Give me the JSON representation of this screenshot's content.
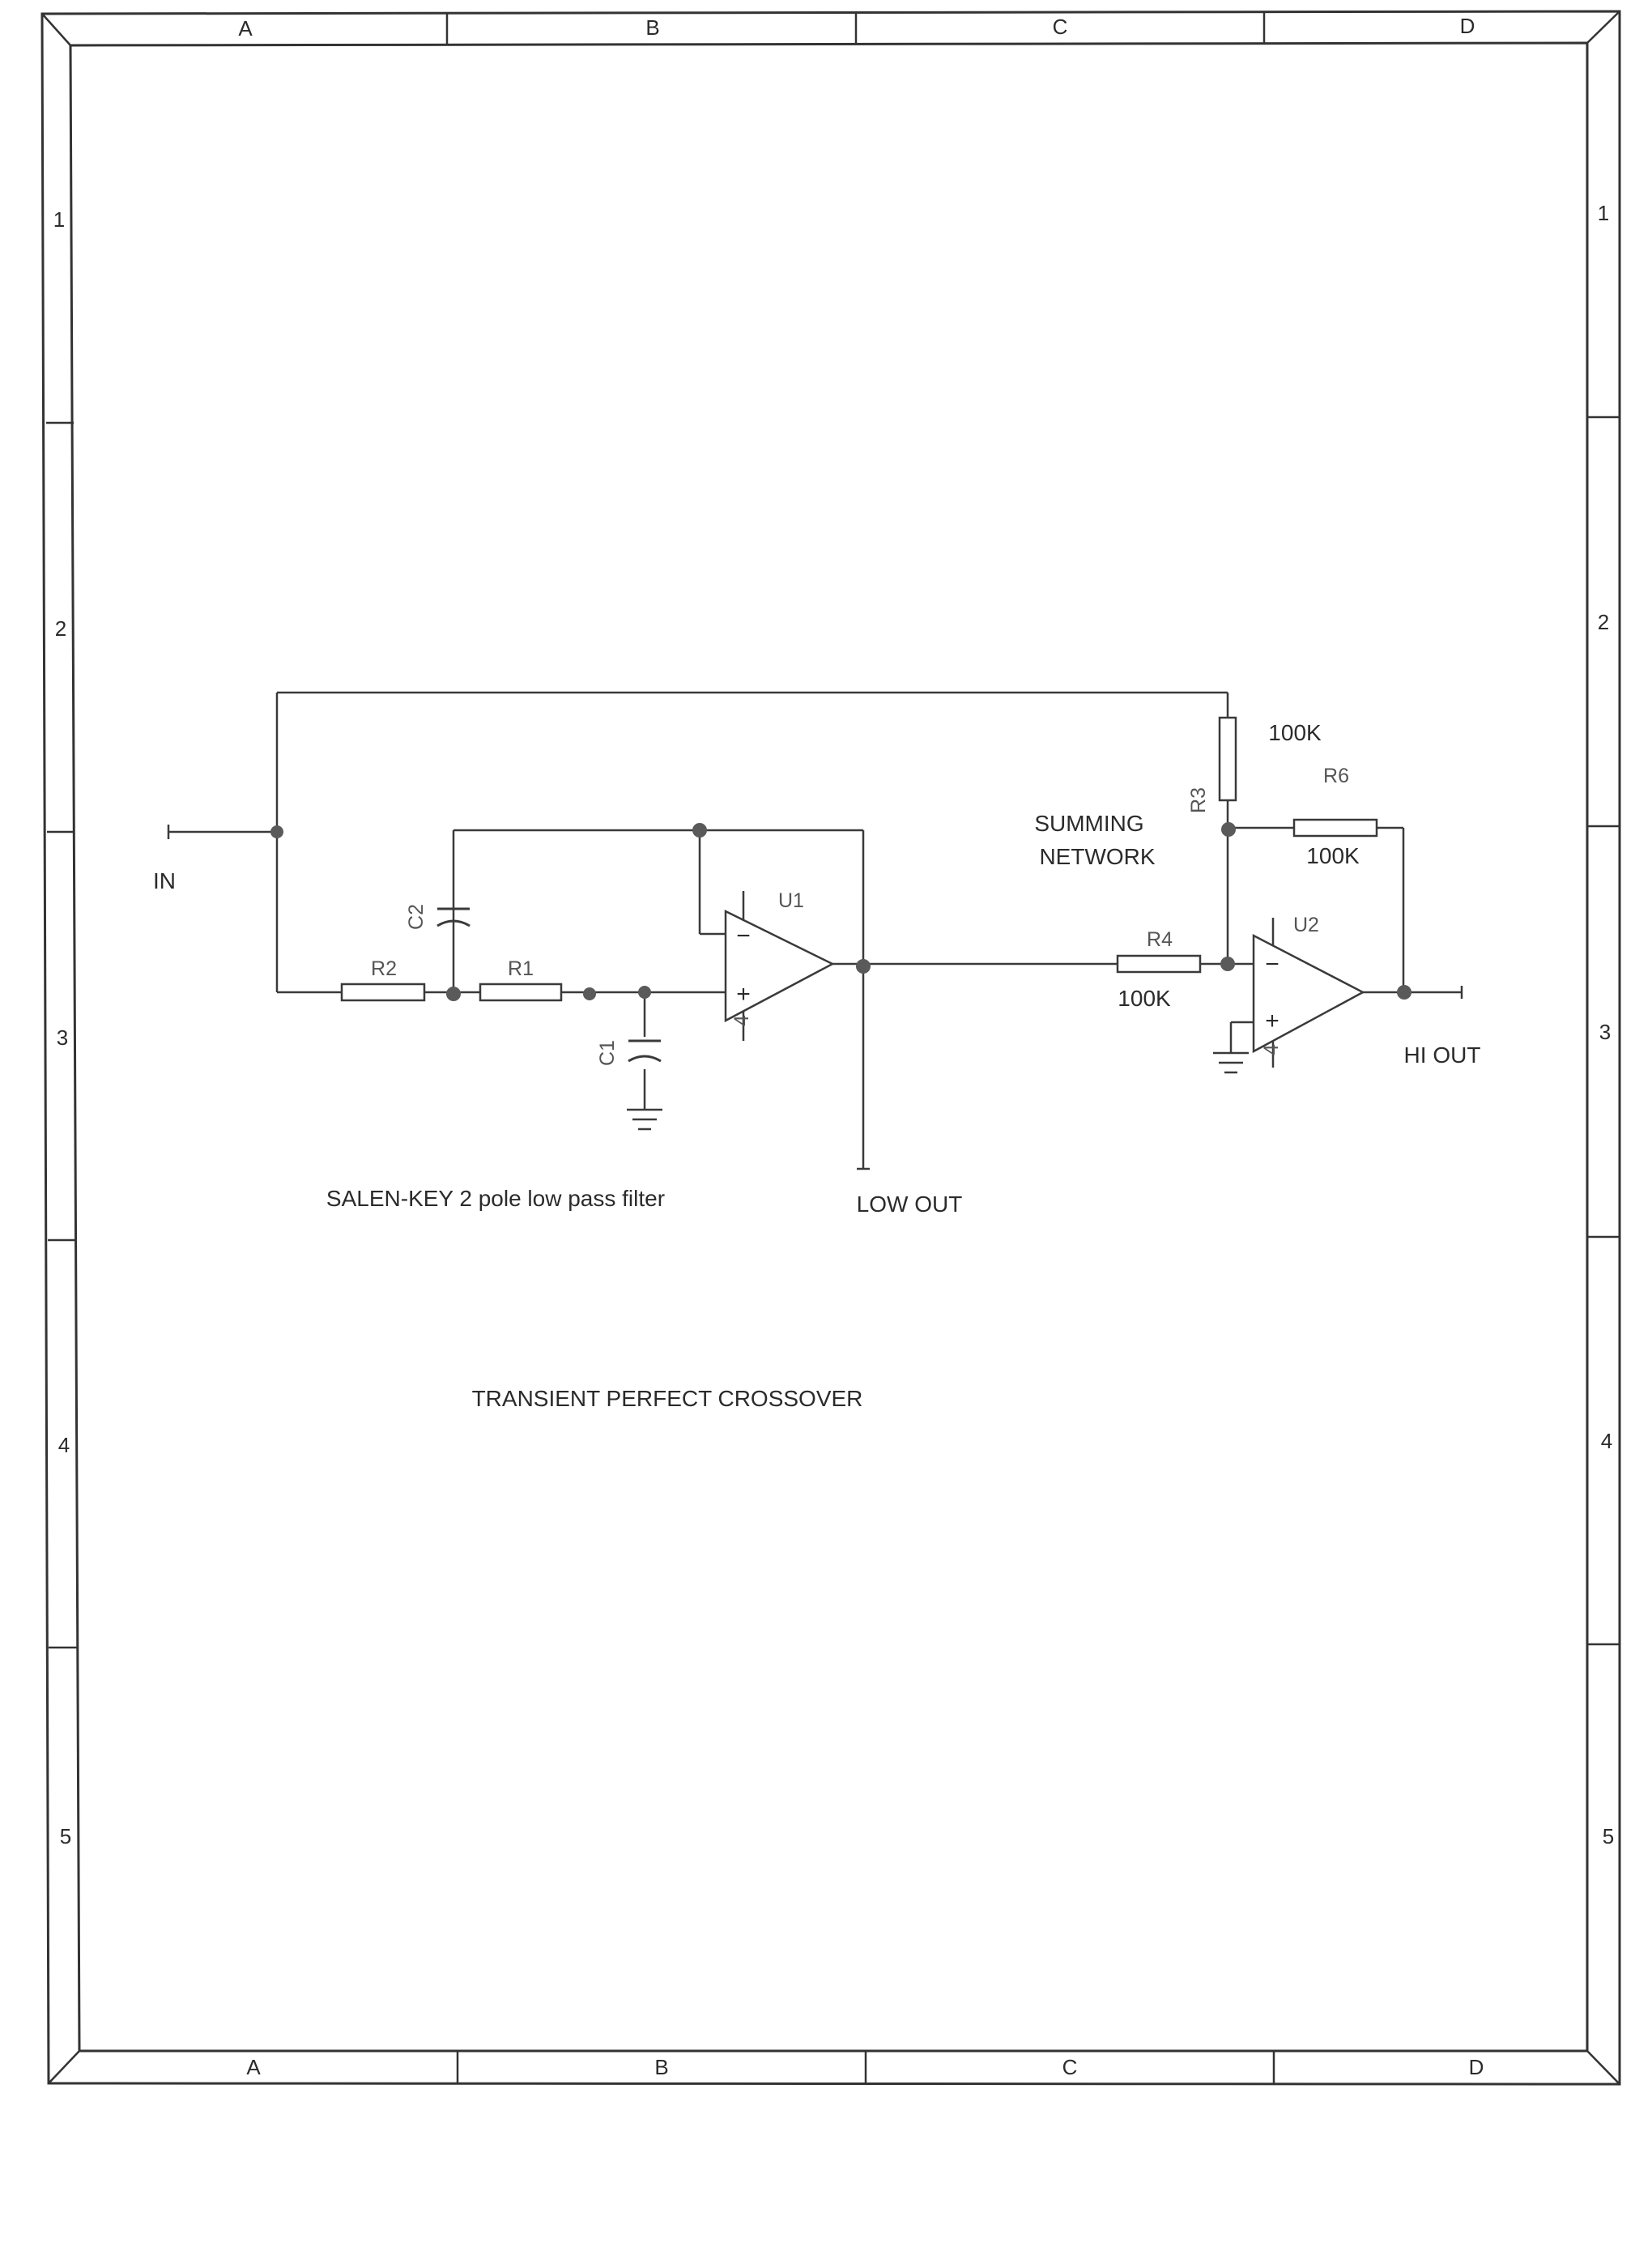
{
  "frame": {
    "columns": [
      "A",
      "B",
      "C",
      "D"
    ],
    "rows": [
      "1",
      "2",
      "3",
      "4",
      "5"
    ]
  },
  "components": {
    "u1": "U1",
    "u2": "U2",
    "r1": "R1",
    "r2": "R2",
    "r3": "R3",
    "r4": "R4",
    "r6": "R6",
    "c1": "C1",
    "c2": "C2"
  },
  "values": {
    "r3": "100K",
    "r4": "100K",
    "r6": "100K"
  },
  "pin_labels": {
    "minus": "−",
    "plus": "+",
    "supply_pin": "4"
  },
  "labels": {
    "input": "IN",
    "low_out": "LOW OUT",
    "hi_out": "HI OUT",
    "summing_1": "SUMMING",
    "summing_2": "NETWORK",
    "filter_caption": "SALEN-KEY 2 pole low pass filter",
    "title": "TRANSIENT PERFECT CROSSOVER"
  }
}
